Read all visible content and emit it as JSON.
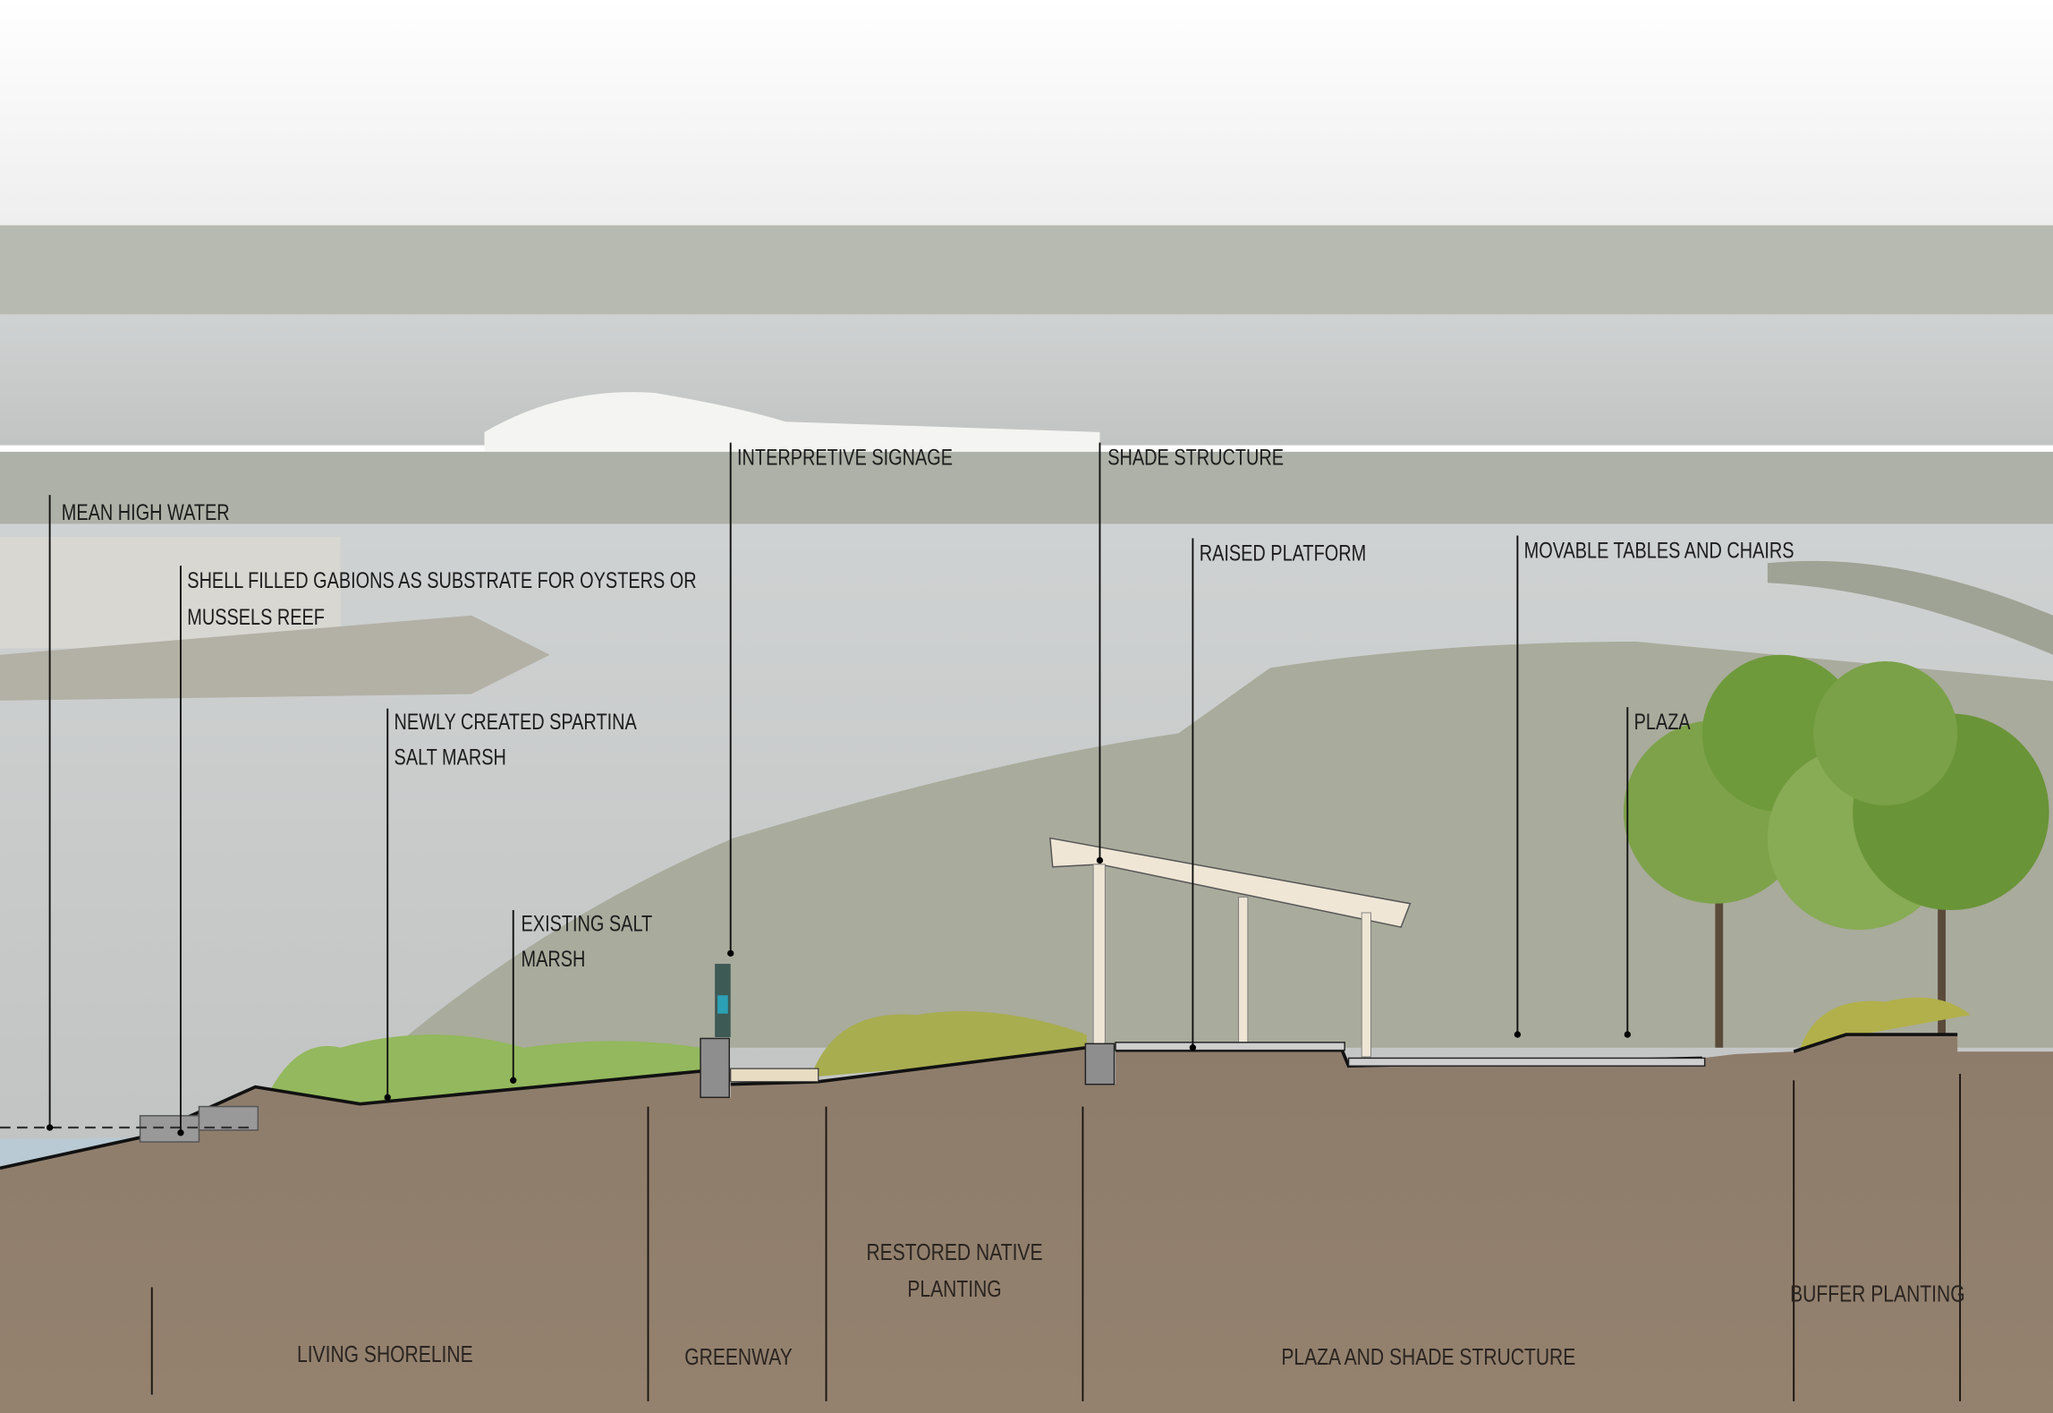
{
  "title": "Waterfront section: living shoreline to buffer planting",
  "callouts": {
    "mean_high_water": "MEAN HIGH WATER",
    "gabions_line1": "SHELL FILLED GABIONS AS SUBSTRATE FOR OYSTERS OR",
    "gabions_line2": "MUSSELS REEF",
    "spartina_line1": "NEWLY CREATED SPARTINA",
    "spartina_line2": "SALT MARSH",
    "existing_marsh_line1": "EXISTING SALT",
    "existing_marsh_line2": "MARSH",
    "signage": "INTERPRETIVE SIGNAGE",
    "shade_structure": "SHADE STRUCTURE",
    "raised_platform": "RAISED PLATFORM",
    "tables_chairs": "MOVABLE TABLES AND CHAIRS",
    "plaza": "PLAZA"
  },
  "zones": {
    "living_shoreline": "LIVING SHORELINE",
    "greenway": "GREENWAY",
    "restored_line1": "RESTORED NATIVE",
    "restored_line2": "PLANTING",
    "plaza_shade": "PLAZA AND SHADE STRUCTURE",
    "buffer": "BUFFER PLANTING"
  },
  "colors": {
    "soil": "#8f7d6c",
    "water": "#c6c9c9",
    "grass": "#8fb45a",
    "tree": "#6f9a3c"
  }
}
